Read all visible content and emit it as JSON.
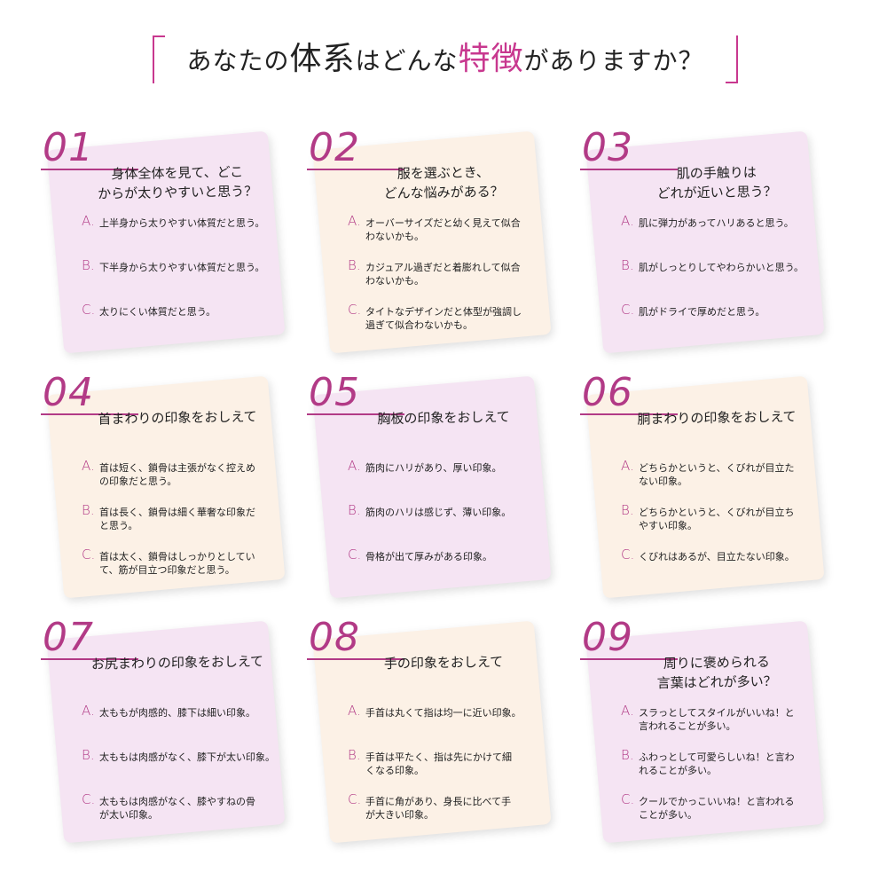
{
  "header": {
    "title_pre": "あなたの",
    "title_big": "体系",
    "title_mid": "はどんな",
    "title_accent": "特徴",
    "title_post": "がありますか？"
  },
  "cards": [
    {
      "num": "01",
      "question": "身体全体を見て、どこ\nからが太りやすいと思う？",
      "options": [
        {
          "label": "A.",
          "text": "上半身から太りやすい体質だと思う。"
        },
        {
          "label": "B.",
          "text": "下半身から太りやすい体質だと思う。"
        },
        {
          "label": "C.",
          "text": "太りにくい体質だと思う。"
        }
      ]
    },
    {
      "num": "02",
      "question": "服を選ぶとき、\nどんな悩みがある？",
      "options": [
        {
          "label": "A.",
          "text": "オーバーサイズだと幼く見えて似合\nわないかも。"
        },
        {
          "label": "B.",
          "text": "カジュアル過ぎだと着膨れして似合\nわないかも。"
        },
        {
          "label": "C.",
          "text": "タイトなデザインだと体型が強調し\n過ぎて似合わないかも。"
        }
      ]
    },
    {
      "num": "03",
      "question": "肌の手触りは\nどれが近いと思う？",
      "options": [
        {
          "label": "A.",
          "text": "肌に弾力があってハリあると思う。"
        },
        {
          "label": "B.",
          "text": "肌がしっとりしてやわらかいと思う。"
        },
        {
          "label": "C.",
          "text": "肌がドライで厚めだと思う。"
        }
      ]
    },
    {
      "num": "04",
      "question": "首まわりの印象をおしえて",
      "options": [
        {
          "label": "A.",
          "text": "首は短く、鎖骨は主張がなく控えめ\nの印象だと思う。"
        },
        {
          "label": "B.",
          "text": "首は長く、鎖骨は細く華奢な印象だ\nと思う。"
        },
        {
          "label": "C.",
          "text": "首は太く、鎖骨はしっかりとしてい\nて、筋が目立つ印象だと思う。"
        }
      ]
    },
    {
      "num": "05",
      "question": "胸板の印象をおしえて",
      "options": [
        {
          "label": "A.",
          "text": "筋肉にハリがあり、厚い印象。"
        },
        {
          "label": "B.",
          "text": "筋肉のハリは感じず、薄い印象。"
        },
        {
          "label": "C.",
          "text": "骨格が出て厚みがある印象。"
        }
      ]
    },
    {
      "num": "06",
      "question": "胴まわりの印象をおしえて",
      "options": [
        {
          "label": "A.",
          "text": "どちらかというと、くびれが目立た\nない印象。"
        },
        {
          "label": "B.",
          "text": "どちらかというと、くびれが目立ち\nやすい印象。"
        },
        {
          "label": "C.",
          "text": "くびれはあるが、目立たない印象。"
        }
      ]
    },
    {
      "num": "07",
      "question": "お尻まわりの印象をおしえて",
      "options": [
        {
          "label": "A.",
          "text": "太ももが肉感的、膝下は細い印象。"
        },
        {
          "label": "B.",
          "text": "太ももは肉感がなく、膝下が太い印象。"
        },
        {
          "label": "C.",
          "text": "太ももは肉感がなく、膝やすねの骨\nが太い印象。"
        }
      ]
    },
    {
      "num": "08",
      "question": "手の印象をおしえて",
      "options": [
        {
          "label": "A.",
          "text": "手首は丸くて指は均一に近い印象。"
        },
        {
          "label": "B.",
          "text": "手首は平たく、指は先にかけて細\nくなる印象。"
        },
        {
          "label": "C.",
          "text": "手首に角があり、身長に比べて手\nが大きい印象。"
        }
      ]
    },
    {
      "num": "09",
      "question": "周りに褒められる\n言葉はどれが多い？",
      "options": [
        {
          "label": "A.",
          "text": "スラっとしてスタイルがいいね！と\n言われることが多い。"
        },
        {
          "label": "B.",
          "text": "ふわっとして可愛らしいね！と言わ\nれることが多い。"
        },
        {
          "label": "C.",
          "text": "クールでかっこいいね！と言われる\nことが多い。"
        }
      ]
    }
  ],
  "colors": {
    "accent": "#b23a86",
    "card_pink": "#f5e4f3",
    "card_peach": "#fcf1e6"
  }
}
